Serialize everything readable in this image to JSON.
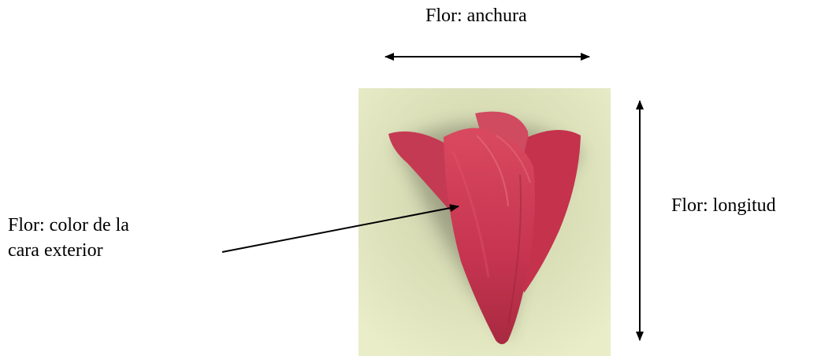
{
  "labels": {
    "width": "Flor:  anchura",
    "length": "Flor:  longitud",
    "color_line1": "Flor:  color de la",
    "color_line2": "cara exterior"
  },
  "colors": {
    "photo_background": "#e6ebc4",
    "flower": "#c8364f",
    "flower_dark": "#a82a40",
    "flower_light": "#e4697c",
    "arrow": "#000000"
  }
}
